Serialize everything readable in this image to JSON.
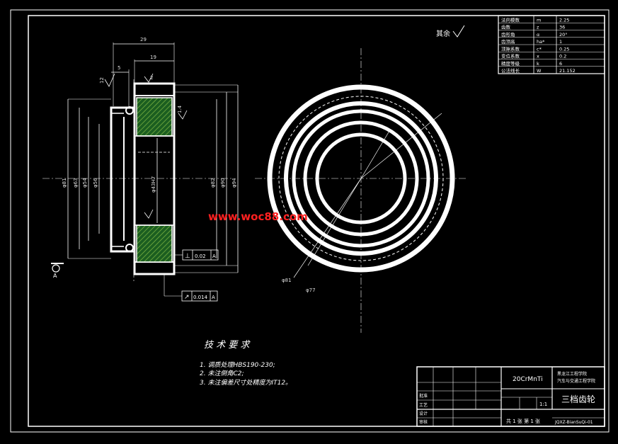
{
  "colors": {
    "background": "#000000",
    "line": "#ffffff",
    "hatch": "#2e7d32",
    "watermark": "#ff2020",
    "dim": "#dddddd"
  },
  "watermark": "www.woc88.com",
  "roughness": "其余",
  "dims": {
    "d29": "29",
    "d19": "19",
    "d5": "5",
    "r12": "12",
    "d2": "2",
    "d1_4": "1.4",
    "phi81": "φ81",
    "phi63": "φ63",
    "phi54": "φ54",
    "phi56": "φ56",
    "phi43": "φ43H7",
    "phi82": "φ82",
    "phi90": "φ90",
    "phi94": "φ94",
    "circle_phi81": "φ81",
    "circle_phi77": "φ77"
  },
  "tolerance_frames": [
    {
      "symbol": "⊥",
      "value": "0.02",
      "datum": "A"
    },
    {
      "symbol": "↗",
      "value": "0.014",
      "datum": "A"
    }
  ],
  "datum_label": "A",
  "params_table": [
    [
      "法向模数",
      "m",
      "2.25"
    ],
    [
      "齿数",
      "z",
      "36"
    ],
    [
      "齿形角",
      "α",
      "20°"
    ],
    [
      "齿顶高",
      "ha*",
      "1"
    ],
    [
      "顶隙系数",
      "c*",
      "0.25"
    ],
    [
      "变位系数",
      "x",
      "0.2"
    ],
    [
      "精度等级",
      "k",
      "6"
    ],
    [
      "公法线长",
      "W",
      "21.152"
    ]
  ],
  "tech_req": {
    "title": "技 术 要 求",
    "items": [
      "1. 调质处理HBS190-230;",
      "2. 未注倒角C2;",
      "3. 未注偏差尺寸处精度为IT12。"
    ]
  },
  "title_block": {
    "material": "20CrMnTi",
    "school": "黑龙江工程学院\n汽车与交通工程学院",
    "drawing_name": "三档齿轮",
    "scale": "1:1",
    "sheet": "共 1 张  第 1 张",
    "code": "JQXZ-BianSuQi-01",
    "rows": [
      "设计",
      "审核",
      "工艺",
      "批准"
    ]
  }
}
